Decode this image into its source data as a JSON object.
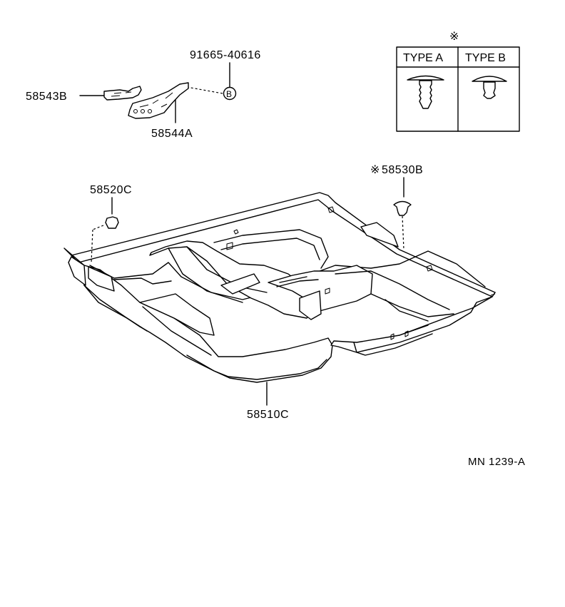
{
  "diagram": {
    "callouts": {
      "part_91665_40616": "91665-40616",
      "part_58543B": "58543B",
      "part_58544A": "58544A",
      "part_58520C": "58520C",
      "part_58530B": "58530B",
      "part_58510C": "58510C",
      "note_mark_58530B": "※",
      "bubble_b": "B"
    },
    "legend": {
      "note_mark": "※",
      "type_a_label": "TYPE A",
      "type_b_label": "TYPE B"
    },
    "reference_code": "MN 1239-A"
  }
}
